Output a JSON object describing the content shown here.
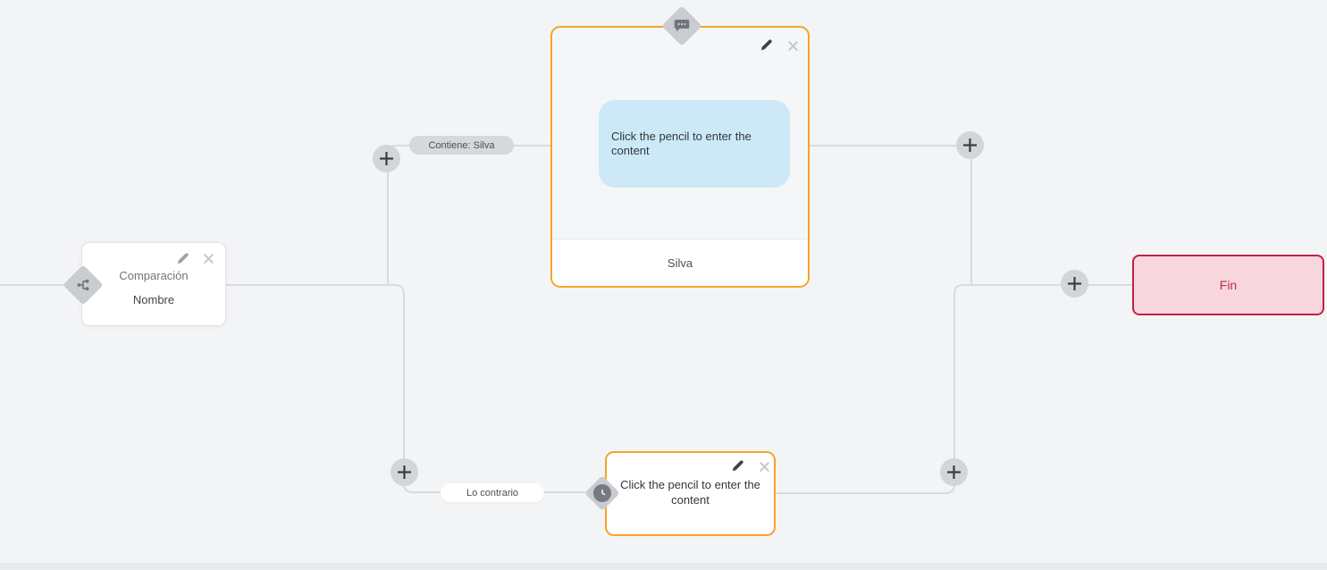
{
  "canvas": {
    "background": "#f3f4f6",
    "edge_color": "#d8dade"
  },
  "colors": {
    "accent_orange": "#f5a42c",
    "bubble_blue": "#cde9f7",
    "end_background": "#f7d7dd",
    "end_border": "#bc2346",
    "end_text": "#c22848",
    "control_gray": "#d3d5d9",
    "diamond_gray": "#c9ccd1"
  },
  "nodes": {
    "comparison": {
      "title": "Comparación",
      "subtitle": "Nombre",
      "type_icon": "hierarchy-icon"
    },
    "message": {
      "placeholder": "Click the pencil to enter the content",
      "footer": "Silva",
      "type_icon": "chat-icon"
    },
    "delay": {
      "placeholder": "Click the pencil to enter the content",
      "type_icon": "clock-icon"
    },
    "end": {
      "label": "Fin"
    }
  },
  "edge_labels": {
    "contains": "Contiene: Silva",
    "otherwise": "Lo contrario"
  },
  "controls": {
    "add_node": "add-node-button",
    "edit": "pencil-icon",
    "delete": "close-icon"
  }
}
